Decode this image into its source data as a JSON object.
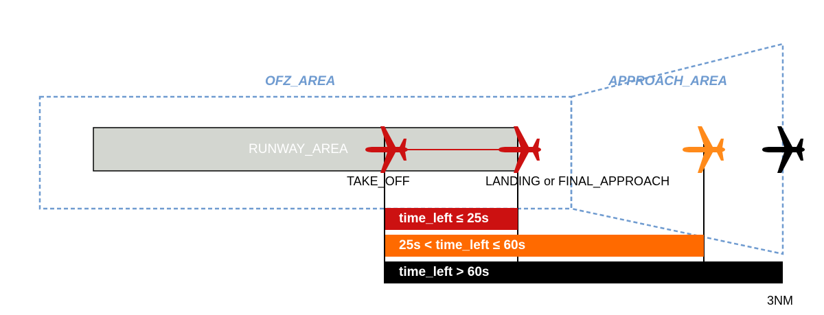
{
  "areas": {
    "ofz_label": "OFZ_AREA",
    "approach_label": "APPROACH_AREA",
    "runway_label": "RUNWAY_AREA"
  },
  "markers": {
    "take_off_label": "TAKE_OFF",
    "landing_label": "LANDING or FINAL_APPROACH",
    "distance_label": "3NM"
  },
  "bars": [
    {
      "label": "time_left ≤ 25s",
      "color": "#cc1111"
    },
    {
      "label": "25s < time_left ≤ 60s",
      "color": "#ff6a00"
    },
    {
      "label": "time_left > 60s",
      "color": "#000000"
    }
  ],
  "colors": {
    "area_outline": "#6f9bd0",
    "runway_fill": "#d3d6d0",
    "aircraft_red": "#cc1111",
    "aircraft_orange": "#ff8a1a",
    "aircraft_black": "#000000"
  },
  "icons": [
    "airplane-icon"
  ]
}
